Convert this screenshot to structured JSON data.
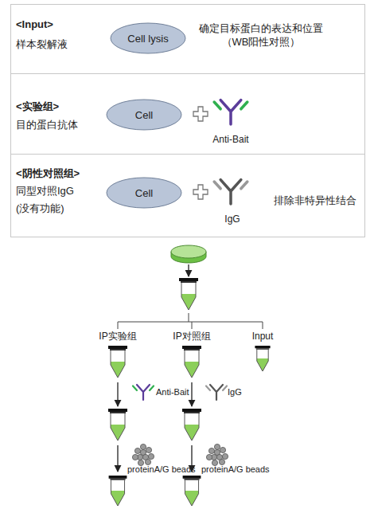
{
  "diagram": {
    "nodes": [
      {
        "text": [
          "<Input>",
          "样本裂解液",
          "确定目标蛋白的表达和位置 （WB阳性对照）"
        ]
      },
      {
        "text": [
          "Cell lysis"
        ],
        "in": 0
      },
      {
        "text": [
          "<实验组>",
          "目的蛋白抗体"
        ]
      },
      {
        "text": [
          "Cell"
        ],
        "in": 2
      },
      {
        "text": [
          "<阴性对照组>",
          "同型对照IgG",
          "(没有功能)",
          "排除非特异性结合"
        ]
      },
      {
        "text": [
          "Cell"
        ],
        "in": 4
      }
    ],
    "labels": [
      "Anti-Bait",
      "IgG",
      "IP实验组",
      "IP对照组",
      "Input",
      "Anti-Bait",
      "IgG",
      "proteinA/G beads",
      "proteinA/G beads"
    ]
  }
}
